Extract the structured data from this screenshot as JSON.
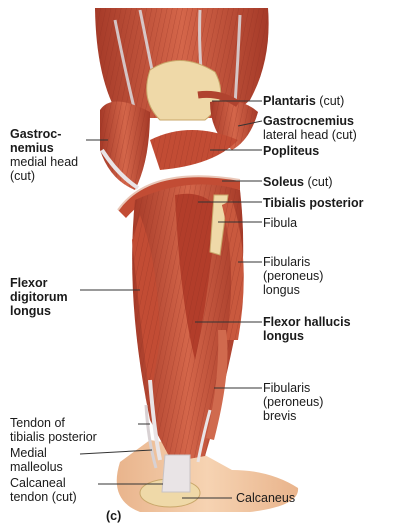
{
  "labels": {
    "plantaris": {
      "name": "Plantaris",
      "note": "(cut)"
    },
    "gastroc_lateral": {
      "name": "Gastrocnemius",
      "detail": "lateral head (cut)"
    },
    "popliteus": {
      "name": "Popliteus"
    },
    "soleus": {
      "name": "Soleus",
      "note": "(cut)"
    },
    "tibialis_posterior": {
      "name": "Tibialis posterior"
    },
    "fibula": {
      "name": "Fibula"
    },
    "fibularis_longus": {
      "line1": "Fibularis",
      "line2": "(peroneus)",
      "line3": "longus"
    },
    "flexor_hallucis": {
      "line1": "Flexor hallucis",
      "line2": "longus"
    },
    "fibularis_brevis": {
      "line1": "Fibularis",
      "line2": "(peroneus)",
      "line3": "brevis"
    },
    "calcaneus": {
      "name": "Calcaneus"
    },
    "gastroc_medial": {
      "line1": "Gastroc-",
      "line2": "nemius",
      "line3": "medial head",
      "line4": "(cut)"
    },
    "flexor_digitorum": {
      "line1": "Flexor",
      "line2": "digitorum",
      "line3": "longus"
    },
    "tendon_tibialis": {
      "line1": "Tendon of",
      "line2": "tibialis posterior"
    },
    "medial_malleolus": {
      "line1": "Medial",
      "line2": "malleolus"
    },
    "calcaneal_tendon": {
      "line1": "Calcaneal",
      "line2": "tendon (cut)"
    },
    "panel": {
      "name": "(c)"
    }
  },
  "colors": {
    "muscle": "#c8543a",
    "muscle_dark": "#9c3324",
    "muscle_light": "#e58a6c",
    "tendon": "#e9e4e6",
    "bone": "#efd9a8",
    "skin": "#f3c9a3",
    "leader": "#333333"
  }
}
